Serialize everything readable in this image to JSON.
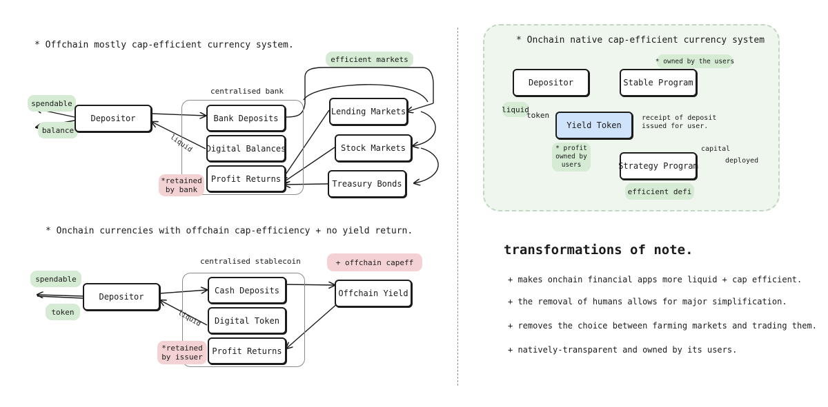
{
  "diagram1": {
    "heading": "* Offchain mostly cap-efficient currency system.",
    "group_label": "centralised bank",
    "depositor": "Depositor",
    "bank_deposits": "Bank Deposits",
    "digital_balances": "Digital Balances",
    "profit_returns": "Profit Returns",
    "lending_markets": "Lending Markets",
    "stock_markets": "Stock Markets",
    "treasury_bonds": "Treasury Bonds",
    "efficient_markets": "efficient markets",
    "spendable": "spendable",
    "balance": "balance",
    "liquid": "liquid",
    "retained": "*retained\nby bank"
  },
  "diagram2": {
    "heading": "* Onchain currencies with offchain cap-efficiency + no yield return.",
    "group_label": "centralised stablecoin",
    "depositor": "Depositor",
    "cash_deposits": "Cash Deposits",
    "digital_token": "Digital Token",
    "profit_returns": "Profit Returns",
    "offchain_yield": "Offchain Yield",
    "offchain_capeff": "+ offchain capeff",
    "spendable": "spendable",
    "token": "token",
    "liquid": "liquid",
    "retained": "*retained\nby issuer"
  },
  "diagram3": {
    "heading": "* Onchain native cap-efficient currency system",
    "depositor": "Depositor",
    "stable_program": "Stable Program",
    "yield_token": "Yield Token",
    "strategy_program": "Strategy Program",
    "owned_by_users": "* owned by the users",
    "liquid": "liquid",
    "token": "token",
    "receipt": "receipt of deposit\nissued for user.",
    "capital": "capital",
    "deployed": "deployed",
    "profit": "* profit\nowned by\nusers",
    "efficient_defi": "efficient defi",
    "accent_color": "#cfe3fa"
  },
  "notes": {
    "title": "transformations of note.",
    "items": [
      "+ makes onchain financial apps more liquid + cap efficient.",
      "+ the removal of humans allows for major simplification.",
      "+ removes the choice between farming markets and trading them.",
      "+ natively-transparent and owned by its users."
    ]
  },
  "colors": {
    "green_tag": "#d6ebd4",
    "pink_tag": "#f4d2d4",
    "panel_bg": "#eef6ee"
  }
}
